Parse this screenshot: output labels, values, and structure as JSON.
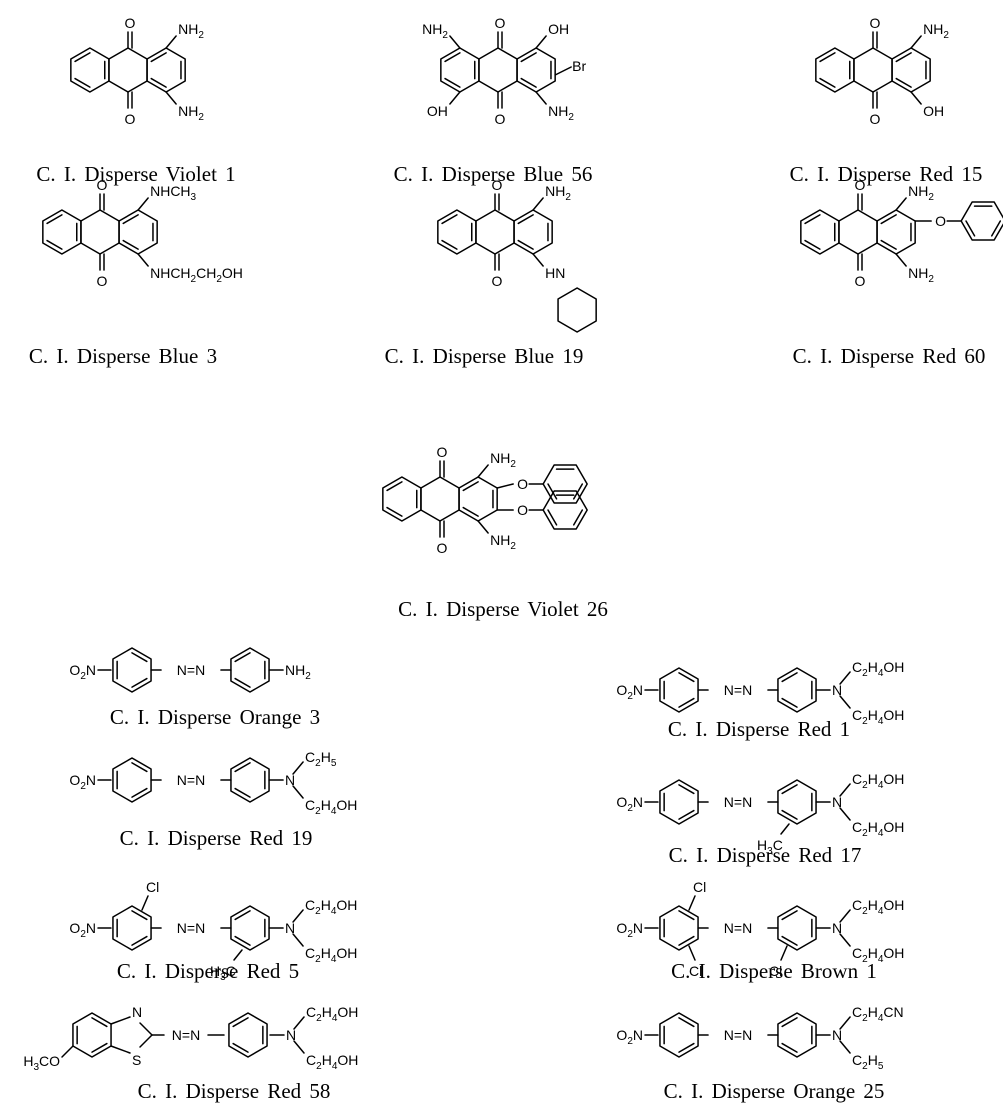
{
  "compounds": [
    {
      "name": "C. I. Disperse Violet 1",
      "atoms": [
        {
          "id": "o9",
          "text": "O"
        },
        {
          "id": "o10",
          "text": "O"
        },
        {
          "id": "r1",
          "text": "NH",
          "sub": "2"
        },
        {
          "id": "r4",
          "text": "NH",
          "sub": "2"
        }
      ]
    },
    {
      "name": "C. I. Disperse Blue 56",
      "atoms": [
        {
          "id": "o9",
          "text": "O"
        },
        {
          "id": "o10",
          "text": "O"
        },
        {
          "id": "l1",
          "text": "NH",
          "sub": "2"
        },
        {
          "id": "l4",
          "text": "OH"
        },
        {
          "id": "r1",
          "text": "OH"
        },
        {
          "id": "r4",
          "text": "NH",
          "sub": "2"
        },
        {
          "id": "br",
          "text": "Br"
        }
      ]
    },
    {
      "name": "C. I. Disperse Red 15",
      "atoms": [
        {
          "id": "o9",
          "text": "O"
        },
        {
          "id": "o10",
          "text": "O"
        },
        {
          "id": "r1",
          "text": "NH",
          "sub": "2"
        },
        {
          "id": "r4",
          "text": "OH"
        }
      ]
    },
    {
      "name": "C. I. Disperse Blue 3",
      "atoms": [
        {
          "id": "o9",
          "text": "O"
        },
        {
          "id": "o10",
          "text": "O"
        },
        {
          "id": "r1",
          "text": "NHCH",
          "sub": "3"
        },
        {
          "id": "r4",
          "text": "NHCH",
          "sub": "2",
          "tail": "CH",
          "sub2": "2",
          "tail2": "OH"
        }
      ]
    },
    {
      "name": "C. I. Disperse Blue 19",
      "atoms": [
        {
          "id": "o9",
          "text": "O"
        },
        {
          "id": "o10",
          "text": "O"
        },
        {
          "id": "r1",
          "text": "NH",
          "sub": "2"
        },
        {
          "id": "r4",
          "text": "HN"
        }
      ]
    },
    {
      "name": "C. I. Disperse Red 60",
      "atoms": [
        {
          "id": "o9",
          "text": "O"
        },
        {
          "id": "o10",
          "text": "O"
        },
        {
          "id": "r1",
          "text": "NH",
          "sub": "2"
        },
        {
          "id": "r4",
          "text": "NH",
          "sub": "2"
        },
        {
          "id": "o2",
          "text": "O"
        }
      ]
    },
    {
      "name": "C. I. Disperse Violet 26",
      "atoms": [
        {
          "id": "o9",
          "text": "O"
        },
        {
          "id": "o10",
          "text": "O"
        },
        {
          "id": "r1",
          "text": "NH",
          "sub": "2"
        },
        {
          "id": "r4",
          "text": "NH",
          "sub": "2"
        },
        {
          "id": "o2",
          "text": "O"
        },
        {
          "id": "o3",
          "text": "O"
        }
      ]
    },
    {
      "name": "C. I. Disperse Orange 3",
      "atoms": [
        {
          "id": "no2",
          "text": "O",
          "sub": "2",
          "tail": "N"
        },
        {
          "id": "azo",
          "text": "N=N"
        },
        {
          "id": "term",
          "text": "NH",
          "sub": "2"
        }
      ]
    },
    {
      "name": "C. I. Disperse Red 1",
      "atoms": [
        {
          "id": "no2",
          "text": "O",
          "sub": "2",
          "tail": "N"
        },
        {
          "id": "azo",
          "text": "N=N"
        },
        {
          "id": "n",
          "text": "N"
        },
        {
          "id": "a1",
          "text": "C",
          "sub": "2",
          "tail": "H",
          "sub2": "4",
          "tail2": "OH"
        },
        {
          "id": "a2",
          "text": "C",
          "sub": "2",
          "tail": "H",
          "sub2": "4",
          "tail2": "OH"
        }
      ]
    },
    {
      "name": "C. I. Disperse Red 19",
      "atoms": [
        {
          "id": "no2",
          "text": "O",
          "sub": "2",
          "tail": "N"
        },
        {
          "id": "azo",
          "text": "N=N"
        },
        {
          "id": "n",
          "text": "N"
        },
        {
          "id": "a1",
          "text": "C",
          "sub": "2",
          "tail": "H",
          "sub2": "5"
        },
        {
          "id": "a2",
          "text": "C",
          "sub": "2",
          "tail": "H",
          "sub2": "4",
          "tail2": "OH"
        }
      ]
    },
    {
      "name": "C. I. Disperse Red 17",
      "atoms": [
        {
          "id": "no2",
          "text": "O",
          "sub": "2",
          "tail": "N"
        },
        {
          "id": "azo",
          "text": "N=N"
        },
        {
          "id": "n",
          "text": "N"
        },
        {
          "id": "a1",
          "text": "C",
          "sub": "2",
          "tail": "H",
          "sub2": "4",
          "tail2": "OH"
        },
        {
          "id": "a2",
          "text": "C",
          "sub": "2",
          "tail": "H",
          "sub2": "4",
          "tail2": "OH"
        },
        {
          "id": "me",
          "text": "H",
          "sub": "3",
          "tail": "C"
        }
      ]
    },
    {
      "name": "C. I. Disperse Red 5",
      "atoms": [
        {
          "id": "no2",
          "text": "O",
          "sub": "2",
          "tail": "N"
        },
        {
          "id": "azo",
          "text": "N=N"
        },
        {
          "id": "n",
          "text": "N"
        },
        {
          "id": "a1",
          "text": "C",
          "sub": "2",
          "tail": "H",
          "sub2": "4",
          "tail2": "OH"
        },
        {
          "id": "a2",
          "text": "C",
          "sub": "2",
          "tail": "H",
          "sub2": "4",
          "tail2": "OH"
        },
        {
          "id": "me",
          "text": "H",
          "sub": "3",
          "tail": "C"
        },
        {
          "id": "cl1",
          "text": "Cl"
        }
      ]
    },
    {
      "name": "C. I. Disperse Brown 1",
      "atoms": [
        {
          "id": "no2",
          "text": "O",
          "sub": "2",
          "tail": "N"
        },
        {
          "id": "azo",
          "text": "N=N"
        },
        {
          "id": "n",
          "text": "N"
        },
        {
          "id": "a1",
          "text": "C",
          "sub": "2",
          "tail": "H",
          "sub2": "4",
          "tail2": "OH"
        },
        {
          "id": "a2",
          "text": "C",
          "sub": "2",
          "tail": "H",
          "sub2": "4",
          "tail2": "OH"
        },
        {
          "id": "cl1",
          "text": "Cl"
        },
        {
          "id": "cl2",
          "text": "Cl"
        },
        {
          "id": "cl3",
          "text": "Cl"
        }
      ]
    },
    {
      "name": "C. I. Disperse Red 58",
      "atoms": [
        {
          "id": "meo",
          "text": "H",
          "sub": "3",
          "tail": "CO"
        },
        {
          "id": "bzn",
          "text": "N"
        },
        {
          "id": "bzs",
          "text": "S"
        },
        {
          "id": "azo",
          "text": "N=N"
        },
        {
          "id": "n",
          "text": "N"
        },
        {
          "id": "a1",
          "text": "C",
          "sub": "2",
          "tail": "H",
          "sub2": "4",
          "tail2": "OH"
        },
        {
          "id": "a2",
          "text": "C",
          "sub": "2",
          "tail": "H",
          "sub2": "4",
          "tail2": "OH"
        }
      ]
    },
    {
      "name": "C. I. Disperse Orange 25",
      "atoms": [
        {
          "id": "no2",
          "text": "O",
          "sub": "2",
          "tail": "N"
        },
        {
          "id": "azo",
          "text": "N=N"
        },
        {
          "id": "n",
          "text": "N"
        },
        {
          "id": "a1",
          "text": "C",
          "sub": "2",
          "tail": "H",
          "sub2": "4",
          "tail2": "CN"
        },
        {
          "id": "a2",
          "text": "C",
          "sub": "2",
          "tail": "H",
          "sub2": "5"
        }
      ]
    }
  ]
}
